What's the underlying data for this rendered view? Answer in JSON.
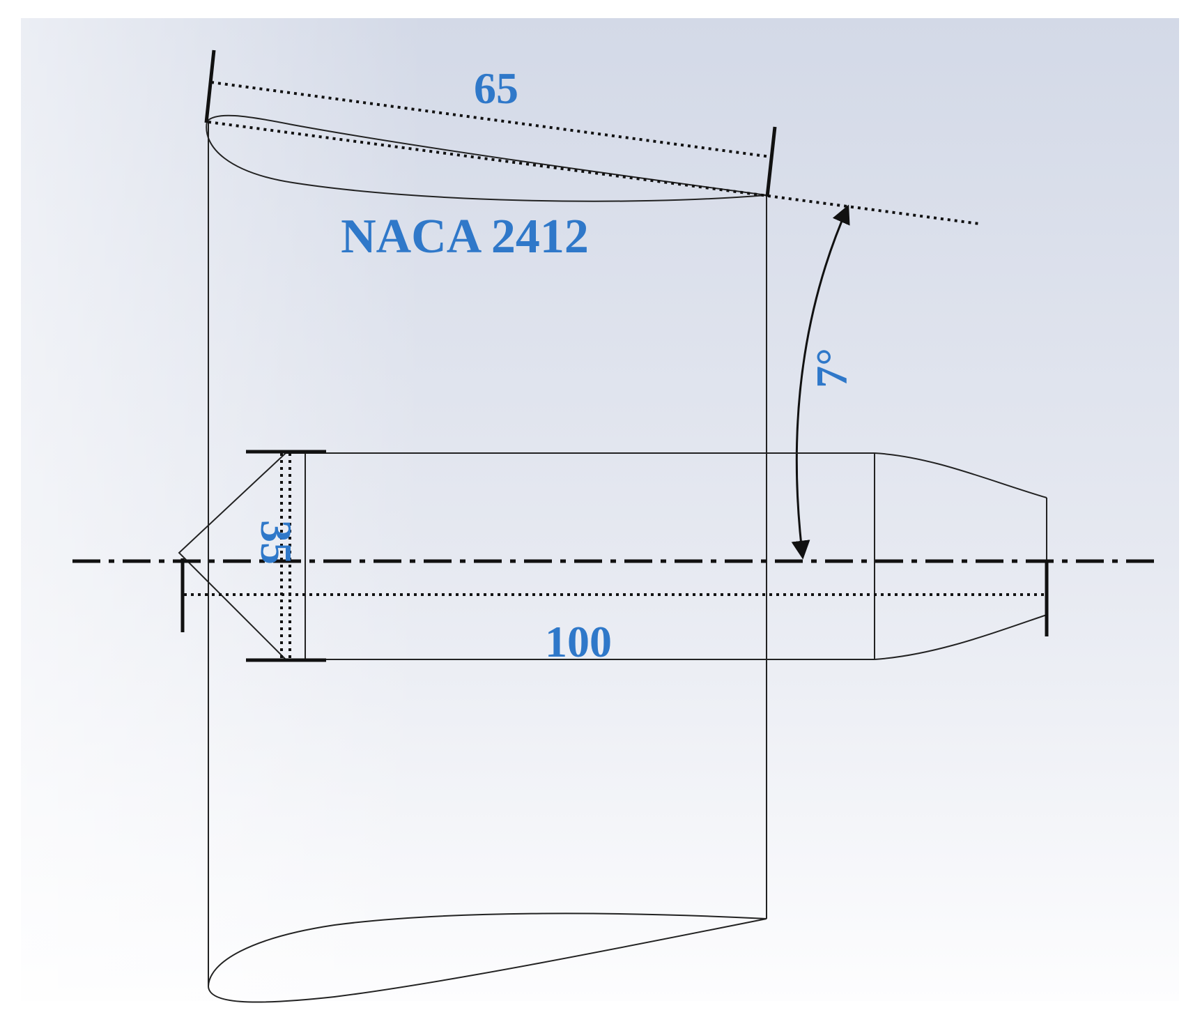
{
  "labels": {
    "chord": "65",
    "airfoil": "NACA 2412",
    "angle": "7°",
    "diameter": "35",
    "length": "100"
  },
  "colors": {
    "label": "#2f78c9",
    "line": "#222222",
    "background_top": "#d3d9e7",
    "background_bottom": "#fdfdfe"
  }
}
